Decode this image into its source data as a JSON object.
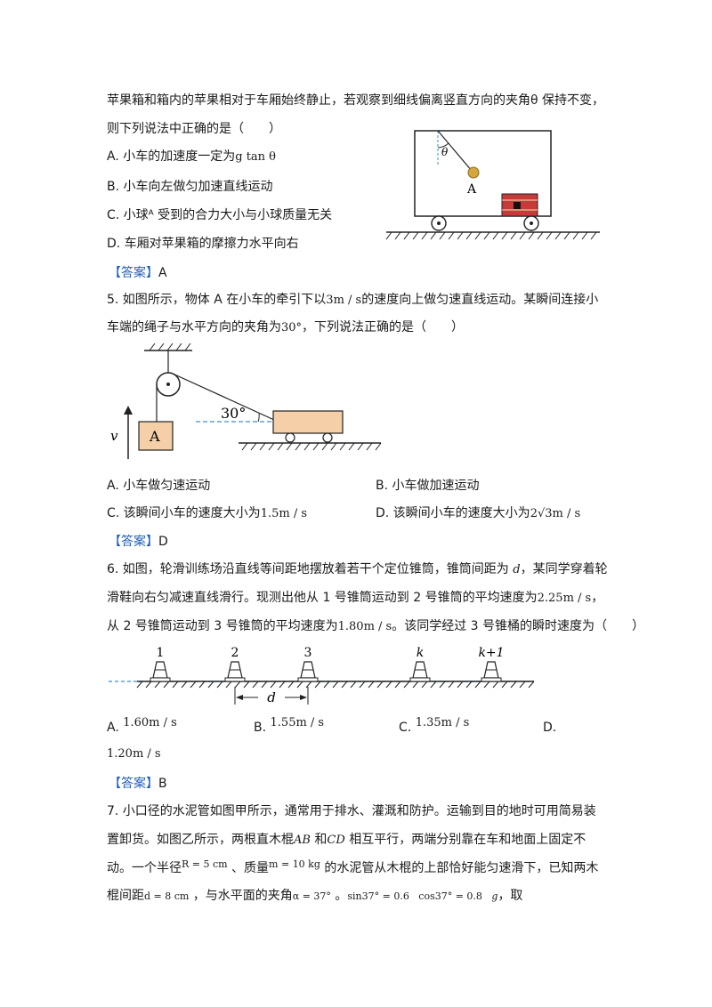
{
  "q4": {
    "line1": "苹果箱和箱内的苹果相对于车厢始终静止，若观察到细线偏离竖直方向的夹角θ 保持不变，",
    "line2": "则下列说法中正确的是（　　）",
    "optA_text": "A.  小车的加速度一定为",
    "optA_math": "g tan θ",
    "optB": "B.  小车向左做匀加速直线运动",
    "optC": "C.  小球ᴬ 受到的合力大小与小球质量无关",
    "optD": "D.  车厢对苹果箱的摩擦力水平向右",
    "fig": {
      "theta": "θ",
      "ball_label": "A"
    },
    "answer_bracket": "【答案】",
    "answer": "A"
  },
  "q5": {
    "line1_a": "5.  如图所示，物体 A 在小车的牵引下以",
    "line1_math": "3m / s",
    "line1_b": "的速度向上做匀速直线运动。某瞬间连接小",
    "line2_a": "车端的绳子与水平方向的夹角为",
    "line2_math": "30°",
    "line2_b": "，下列说法正确的是（　　）",
    "fig": {
      "angle": "30°",
      "block": "A",
      "v": "v"
    },
    "optA": "A.  小车做匀速运动",
    "optB": "B.  小车做加速运动",
    "optC_text": "C.  该瞬间小车的速度大小为",
    "optC_math": "1.5m / s",
    "optD_text": "D.  该瞬间小车的速度大小为",
    "optD_math": "2√3m / s",
    "answer_bracket": "【答案】",
    "answer": "D"
  },
  "q6": {
    "line1_a": "6.  如图，轮滑训练场沿直线等间距地摆放着若干个定位锥筒，锥筒间距为 ",
    "line1_d": "d",
    "line1_b": "，某同学穿着轮",
    "line2_a": "滑鞋向右匀减速直线滑行。现测出他从 1 号锥筒运动到 2 号锥筒的平均速度为",
    "line2_math": "2.25m / s",
    "line2_b": "，",
    "line3_a": "从 2 号锥筒运动到 3 号锥筒的平均速度为",
    "line3_math": "1.80m / s",
    "line3_b": "。该同学经过 3 号锥桶的瞬时速度为（　　）",
    "fig": {
      "cones": [
        "1",
        "2",
        "3",
        "k",
        "k+1"
      ],
      "d": "d"
    },
    "optA_label": "A.",
    "optA_math": "1.60m / s",
    "optB_label": "B.",
    "optB_math": "1.55m / s",
    "optC_label": "C.",
    "optC_math": "1.35m / s",
    "optD_label": "D.",
    "optD_math": "1.20m / s",
    "answer_bracket": "【答案】",
    "answer": "B"
  },
  "q7": {
    "line1": "7.  小口径的水泥管如图甲所示，通常用于排水、灌溉和防护。运输到目的地时可用简易装",
    "line2_a": "置卸货。如图乙所示，两根直木棍",
    "line2_ab": "AB",
    "line2_and": "和",
    "line2_cd": "CD",
    "line2_b": "相互平行，两端分别靠在车和地面上固定不",
    "line3_a": "动。一个半径",
    "line3_r": "R = 5 cm",
    "line3_b": "、质量",
    "line3_m": "m = 10 kg",
    "line3_c": "的水泥管从木棍的上部恰好能匀速滑下，已知两木",
    "line4_a": "棍间距",
    "line4_d": "d = 8 cm",
    "line4_b": "，与水平面的夹角",
    "line4_alpha": "α = 37°",
    "line4_c": "。",
    "line4_sin": "sin37° = 0.6",
    "line4_cos": "cos37° = 0.8",
    "line4_g": "g",
    "line4_d2": "，取"
  }
}
